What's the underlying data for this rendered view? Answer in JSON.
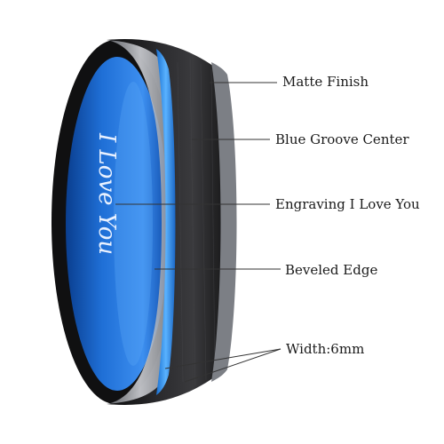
{
  "callouts": {
    "matte_finish": "Matte Finish",
    "blue_groove_center": "Blue Groove Center",
    "engraving": "Engraving I Love You",
    "beveled_edge": "Beveled Edge",
    "width": "Width:6mm"
  },
  "ring": {
    "engraving_text": "I Love You",
    "colors": {
      "outer_black": "#1b1b1d",
      "inner_blue": "#1f6fd6",
      "groove_blue": "#2a8ef0",
      "bevel_silver": "#b9bcc2"
    }
  }
}
